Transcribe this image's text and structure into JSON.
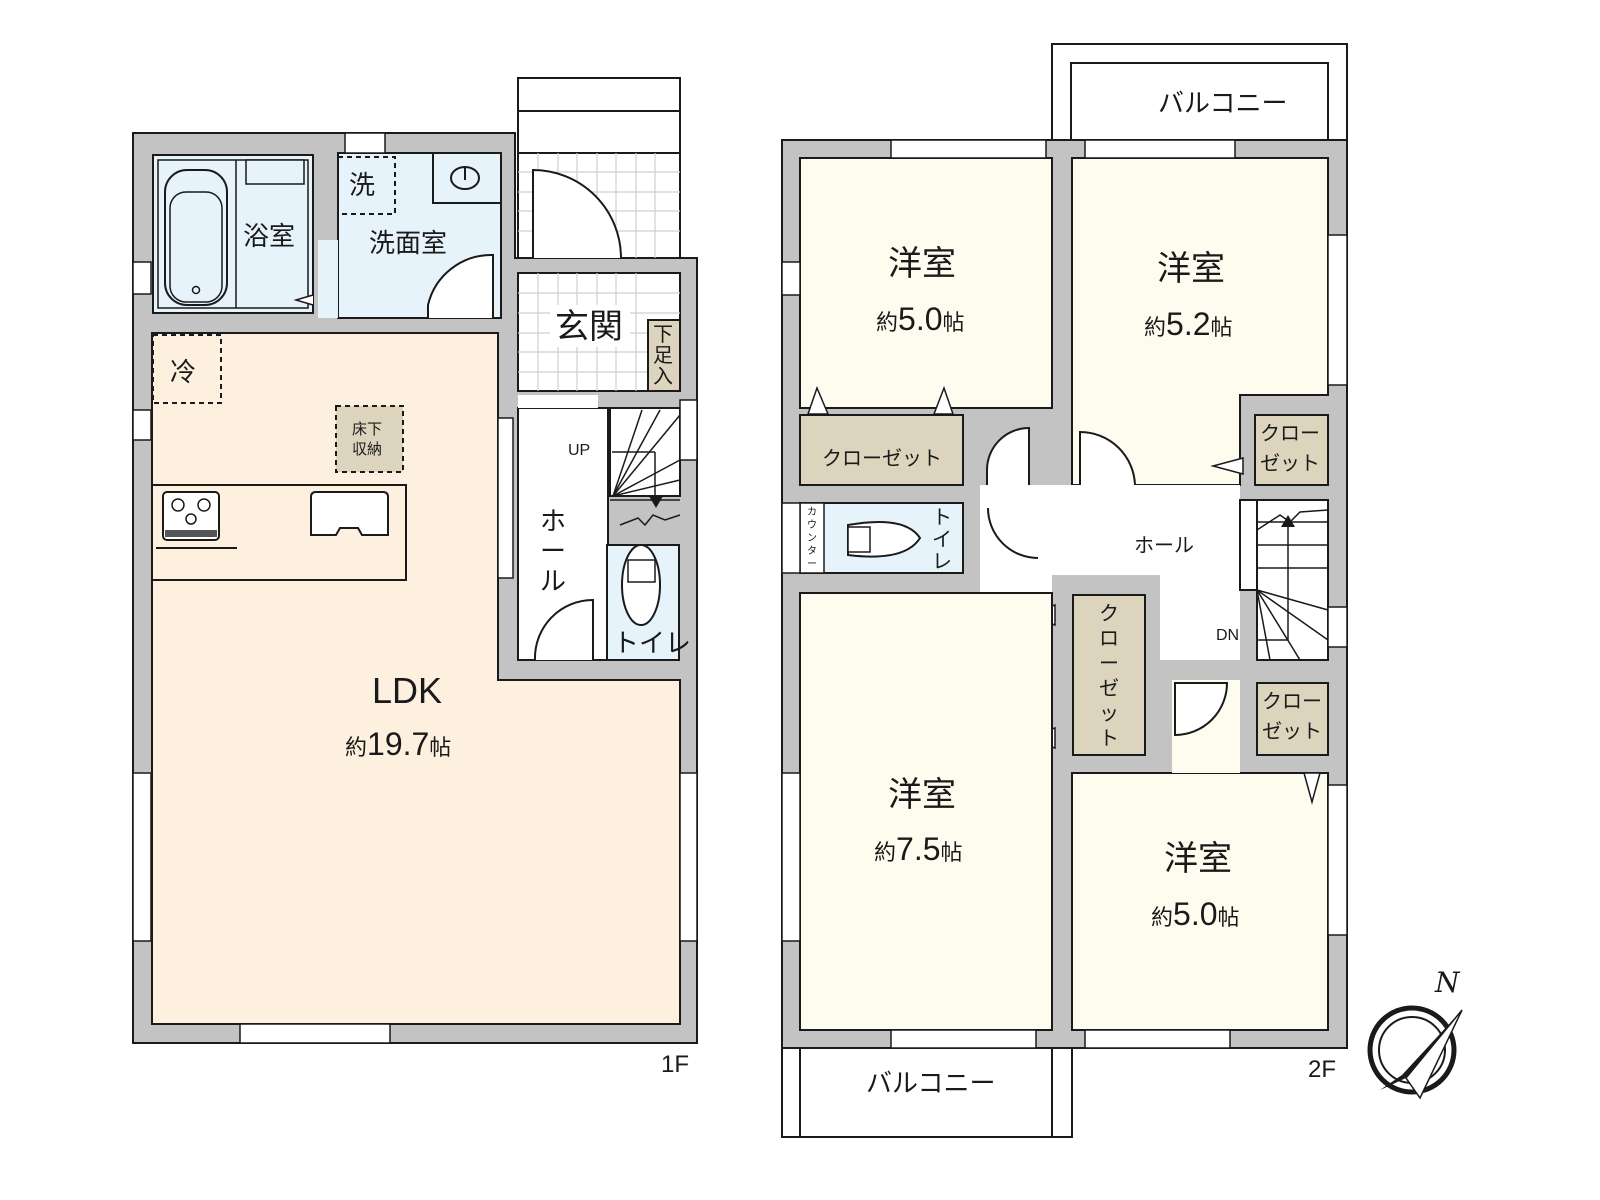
{
  "title": "間取り図",
  "colors": {
    "wall": "#c3c3c3",
    "outline": "#1a1a1a",
    "ldk": "#fdf0df",
    "bedroom": "#fefcee",
    "wet": "#e6f3fb",
    "closet": "#dcd4bd",
    "entrance_tile": "#cfcfcf"
  },
  "floor1": {
    "label": "1F",
    "rooms": {
      "bath": {
        "name": "浴室"
      },
      "washroom": {
        "name": "洗面室",
        "washer": "洗"
      },
      "entrance": {
        "name": "玄関",
        "shoe_box": "下足入"
      },
      "ldk": {
        "name": "LDK",
        "prefix": "約",
        "size": "19.7",
        "unit": "帖",
        "fridge": "冷",
        "floor_storage_1": "床下",
        "floor_storage_2": "収納"
      },
      "hall": {
        "name": "ホール",
        "stairs": "UP"
      },
      "toilet": {
        "name": "トイレ"
      }
    }
  },
  "floor2": {
    "label": "2F",
    "rooms": {
      "room_nw": {
        "name": "洋室",
        "prefix": "約",
        "size": "5.0",
        "unit": "帖",
        "closet": "クローゼット"
      },
      "room_ne": {
        "name": "洋室",
        "prefix": "約",
        "size": "5.2",
        "unit": "帖",
        "closet_1": "クロー",
        "closet_2": "ゼット"
      },
      "toilet": {
        "name": "トイレ",
        "counter": "カウンター"
      },
      "hall": {
        "name": "ホール",
        "stairs": "DN"
      },
      "closet_center": {
        "name": "クローゼット"
      },
      "room_sw": {
        "name": "洋室",
        "prefix": "約",
        "size": "7.5",
        "unit": "帖"
      },
      "room_se": {
        "name": "洋室",
        "prefix": "約",
        "size": "5.0",
        "unit": "帖",
        "closet_1": "クロー",
        "closet_2": "ゼット"
      },
      "balcony_top": {
        "name": "バルコニー"
      },
      "balcony_bottom": {
        "name": "バルコニー"
      }
    }
  },
  "compass": {
    "label": "N"
  }
}
